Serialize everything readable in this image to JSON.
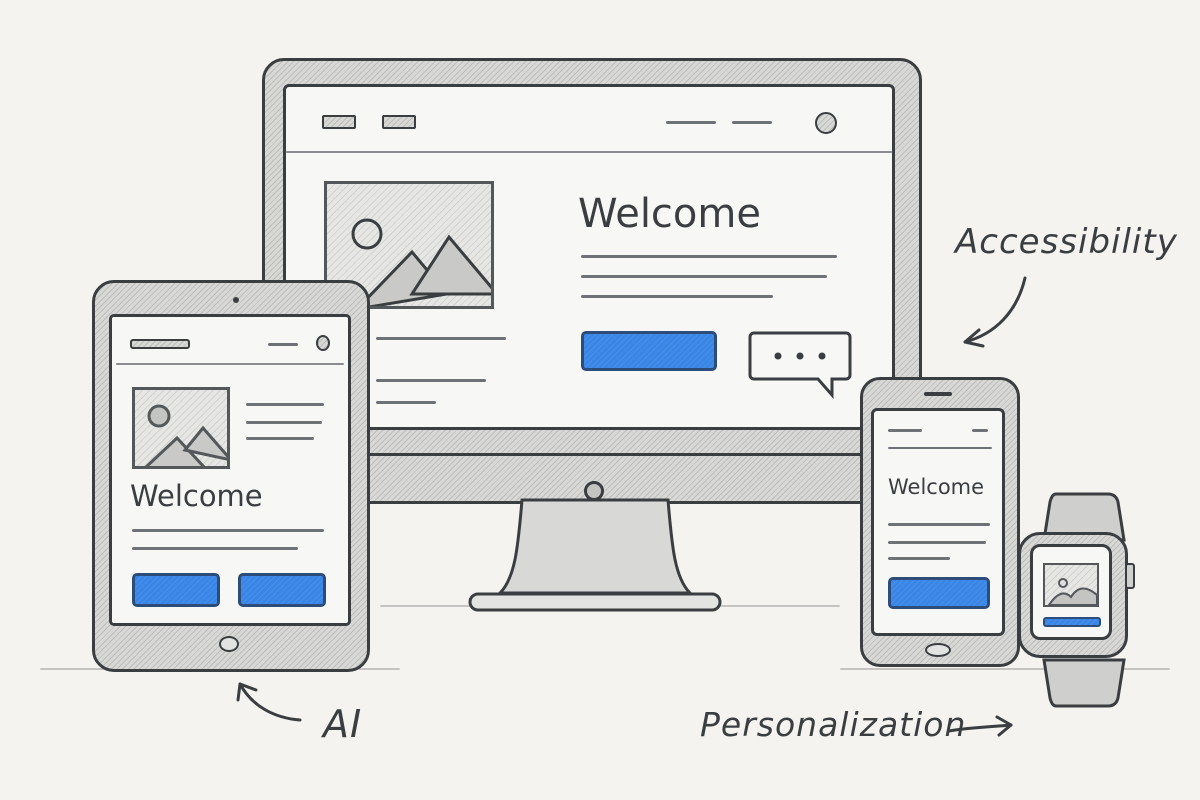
{
  "illustration": {
    "style": "pencil sketch",
    "accent_color": "#3a86e6",
    "ink_color": "#3b3e41",
    "background_color": "#f4f3f0"
  },
  "desktop": {
    "heading": "Welcome",
    "icons": [
      "nav-pill-icon",
      "nav-pill-icon",
      "avatar-icon",
      "image-placeholder-icon",
      "chat-bubble-icon"
    ],
    "chat_bubble": "..."
  },
  "tablet": {
    "heading": "Welcome",
    "icons": [
      "nav-pill-icon",
      "avatar-icon",
      "image-placeholder-icon",
      "camera-icon",
      "home-button-icon"
    ]
  },
  "phone": {
    "heading": "Welcome",
    "icons": [
      "speaker-icon",
      "home-button-icon"
    ]
  },
  "watch": {
    "icons": [
      "image-placeholder-icon",
      "crown-icon"
    ]
  },
  "annotations": {
    "accessibility": "Accessibility",
    "ai": "AI",
    "personalization": "Personalization"
  }
}
